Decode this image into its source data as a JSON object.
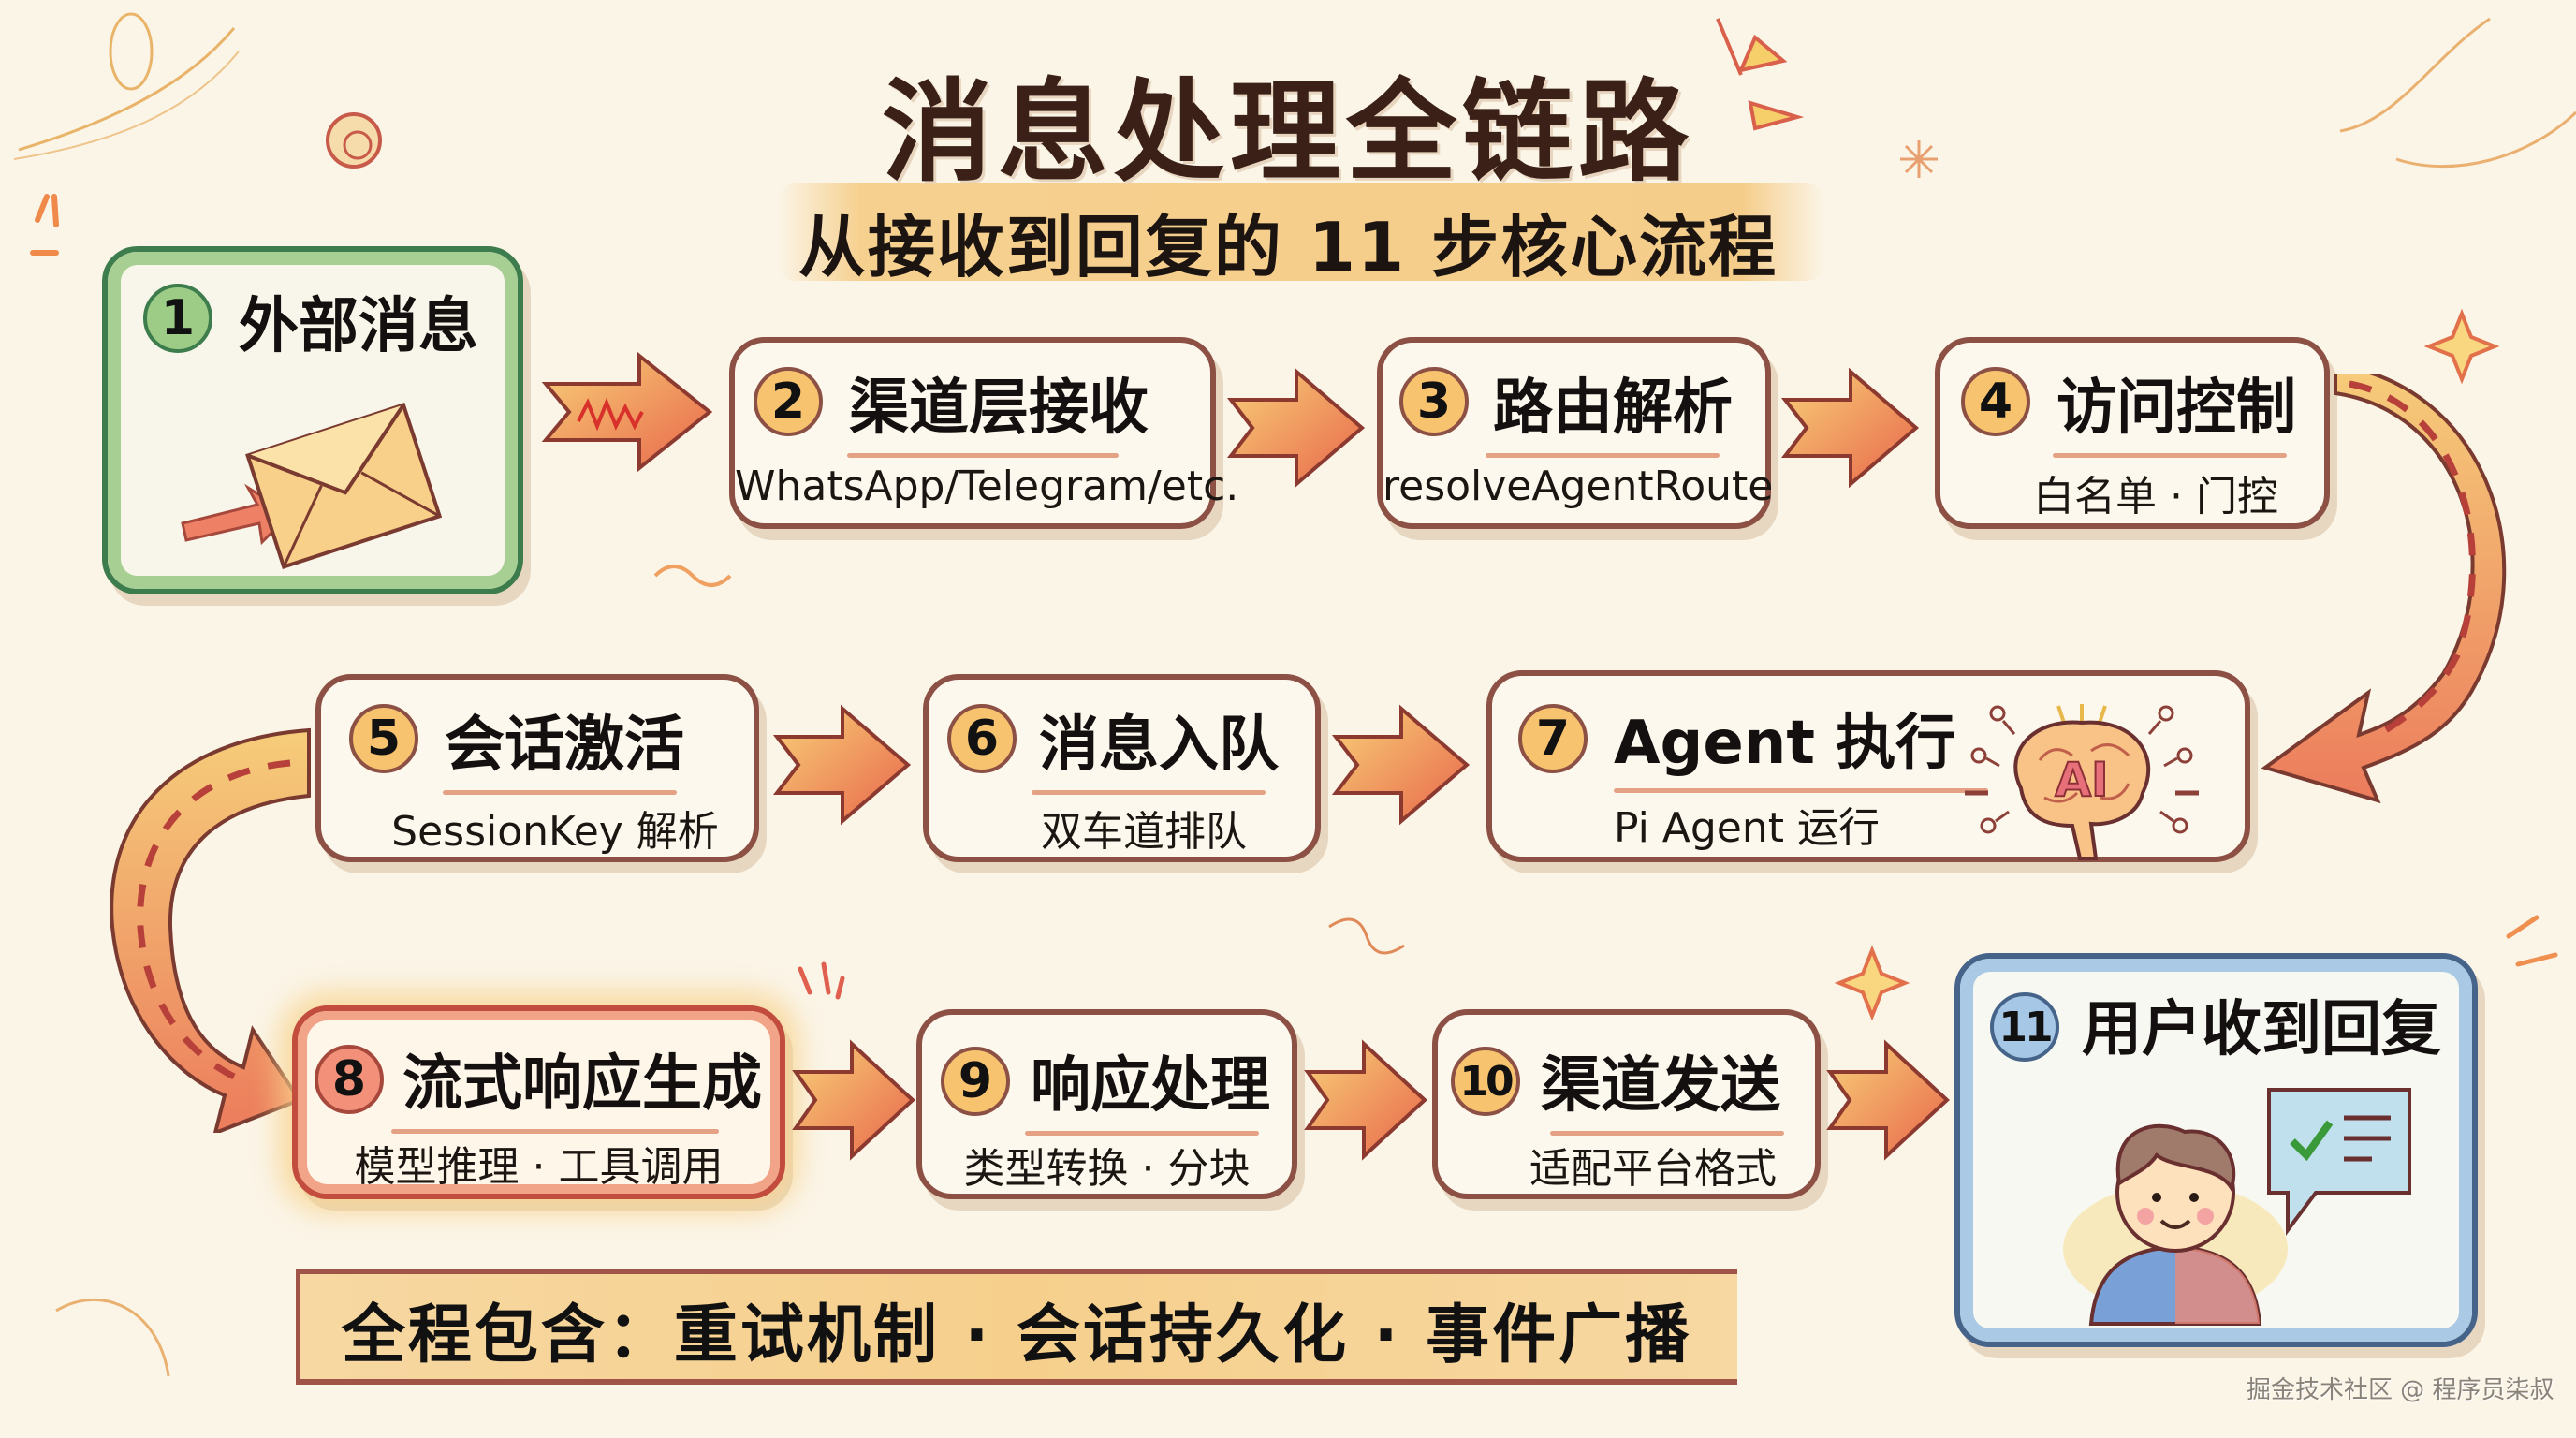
{
  "header": {
    "title": "消息处理全链路",
    "subtitle": "从接收到回复的 11 步核心流程"
  },
  "steps": [
    {
      "num": "1",
      "title": "外部消息",
      "subtitle": "",
      "icon": "envelope-icon",
      "color": "#3d7c4c"
    },
    {
      "num": "2",
      "title": "渠道层接收",
      "subtitle": "WhatsApp/Telegram/etc."
    },
    {
      "num": "3",
      "title": "路由解析",
      "subtitle": "resolveAgentRoute"
    },
    {
      "num": "4",
      "title": "访问控制",
      "subtitle": "白名单 · 门控"
    },
    {
      "num": "5",
      "title": "会话激活",
      "subtitle": "SessionKey 解析"
    },
    {
      "num": "6",
      "title": "消息入队",
      "subtitle": "双车道排队"
    },
    {
      "num": "7",
      "title": "Agent 执行",
      "subtitle": "Pi Agent 运行",
      "icon": "ai-brain-icon",
      "icon_label": "AI"
    },
    {
      "num": "8",
      "title": "流式响应生成",
      "subtitle": "模型推理 · 工具调用",
      "color": "#c24d3e"
    },
    {
      "num": "9",
      "title": "响应处理",
      "subtitle": "类型转换 · 分块"
    },
    {
      "num": "10",
      "title": "渠道发送",
      "subtitle": "适配平台格式"
    },
    {
      "num": "11",
      "title": "用户收到回复",
      "subtitle": "",
      "icon": "user-with-check-bubble-icon",
      "color": "#46648a"
    }
  ],
  "footer": {
    "banner": "全程包含：重试机制 · 会话持久化 · 事件广播",
    "watermark": "掘金技术社区 @ 程序员柒叔"
  },
  "colors": {
    "background": "#fbf5e8",
    "box_border": "#8c5044",
    "badge": "#f7c36f",
    "arrow_light": "#f6c46a",
    "arrow_dark": "#e8664a"
  }
}
